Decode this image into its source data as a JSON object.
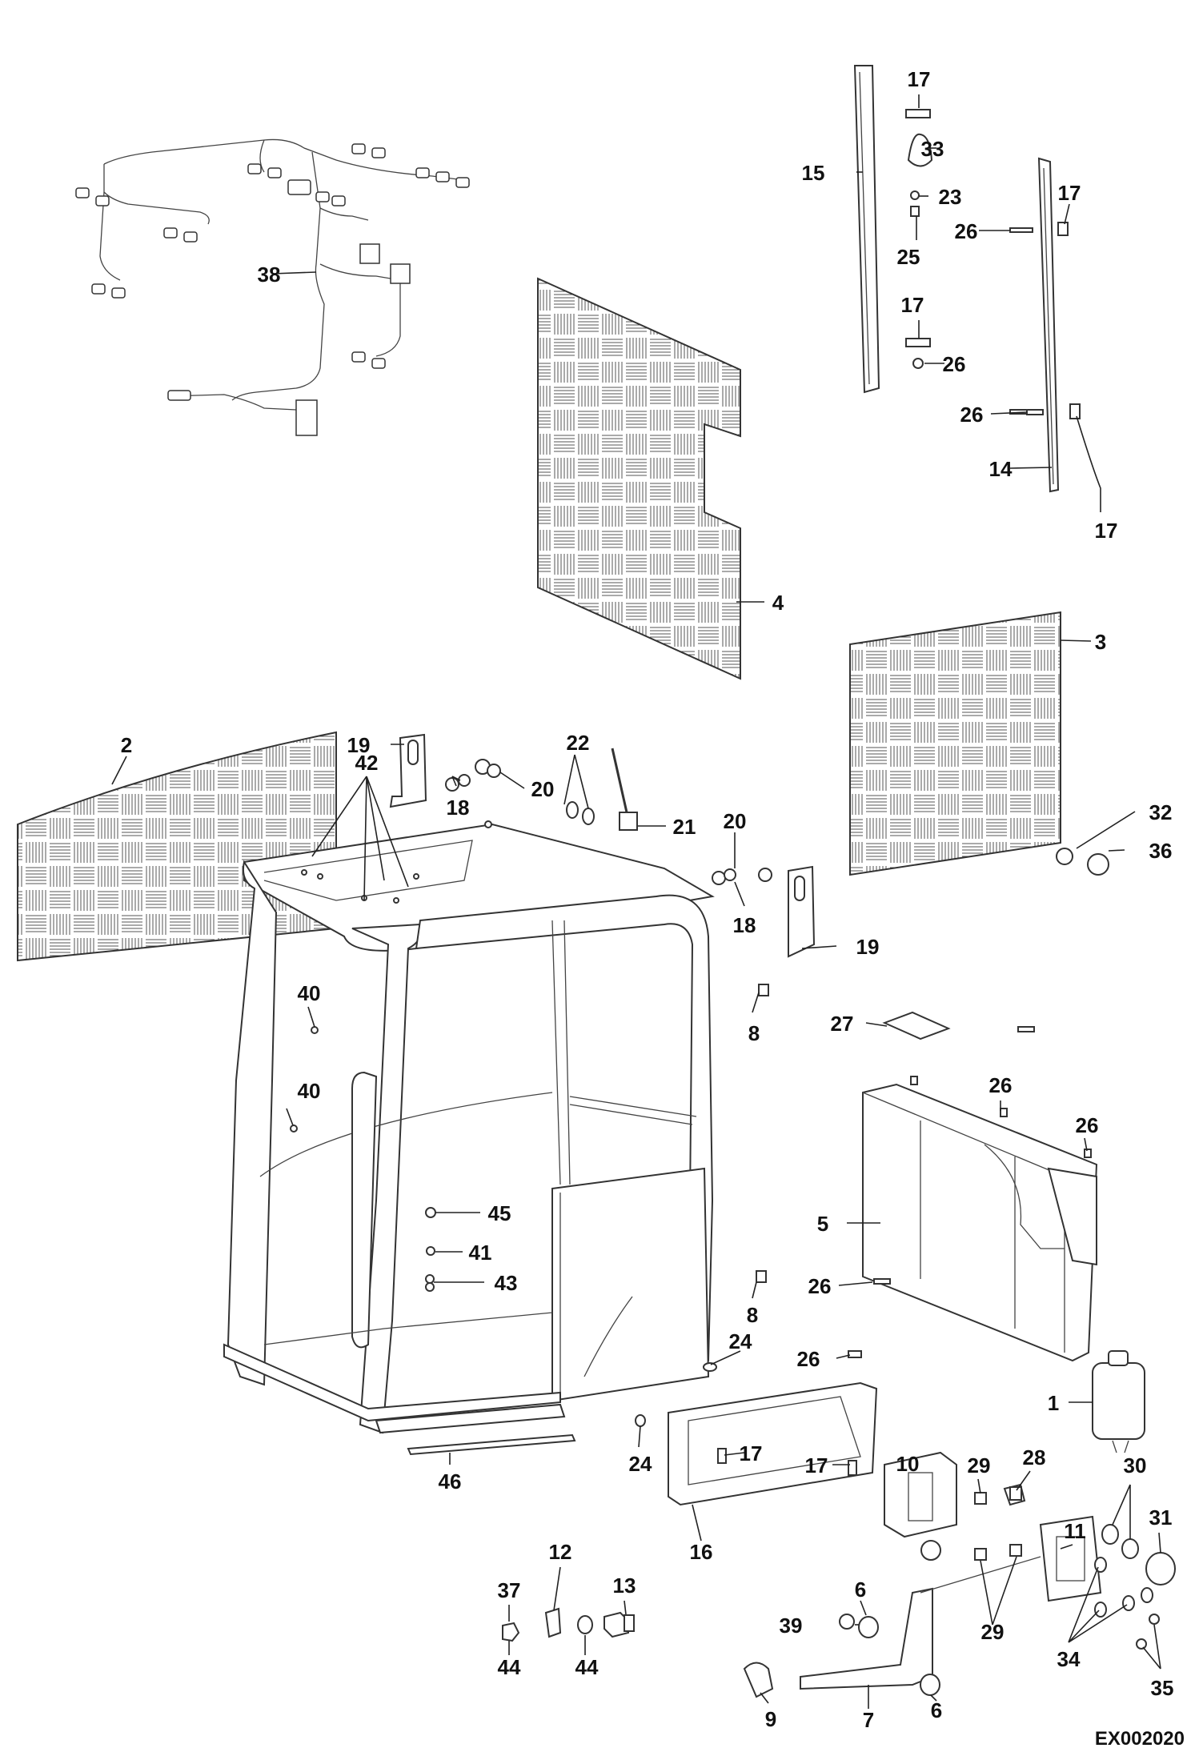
{
  "drawing": {
    "code": "EX002020",
    "callouts": [
      {
        "n": "17"
      },
      {
        "n": "33"
      },
      {
        "n": "15"
      },
      {
        "n": "23"
      },
      {
        "n": "17"
      },
      {
        "n": "26"
      },
      {
        "n": "25"
      },
      {
        "n": "38"
      },
      {
        "n": "17"
      },
      {
        "n": "26"
      },
      {
        "n": "26"
      },
      {
        "n": "14"
      },
      {
        "n": "17"
      },
      {
        "n": "4"
      },
      {
        "n": "3"
      },
      {
        "n": "2"
      },
      {
        "n": "19"
      },
      {
        "n": "22"
      },
      {
        "n": "42"
      },
      {
        "n": "18"
      },
      {
        "n": "20"
      },
      {
        "n": "21"
      },
      {
        "n": "32"
      },
      {
        "n": "20"
      },
      {
        "n": "36"
      },
      {
        "n": "18"
      },
      {
        "n": "19"
      },
      {
        "n": "40"
      },
      {
        "n": "8"
      },
      {
        "n": "27"
      },
      {
        "n": "26"
      },
      {
        "n": "40"
      },
      {
        "n": "26"
      },
      {
        "n": "5"
      },
      {
        "n": "45"
      },
      {
        "n": "41"
      },
      {
        "n": "43"
      },
      {
        "n": "26"
      },
      {
        "n": "8"
      },
      {
        "n": "24"
      },
      {
        "n": "26"
      },
      {
        "n": "1"
      },
      {
        "n": "17"
      },
      {
        "n": "24"
      },
      {
        "n": "10"
      },
      {
        "n": "17"
      },
      {
        "n": "29"
      },
      {
        "n": "28"
      },
      {
        "n": "30"
      },
      {
        "n": "46"
      },
      {
        "n": "16"
      },
      {
        "n": "11"
      },
      {
        "n": "31"
      },
      {
        "n": "12"
      },
      {
        "n": "37"
      },
      {
        "n": "13"
      },
      {
        "n": "6"
      },
      {
        "n": "39"
      },
      {
        "n": "29"
      },
      {
        "n": "44"
      },
      {
        "n": "44"
      },
      {
        "n": "9"
      },
      {
        "n": "7"
      },
      {
        "n": "6"
      },
      {
        "n": "34"
      },
      {
        "n": "35"
      }
    ]
  }
}
